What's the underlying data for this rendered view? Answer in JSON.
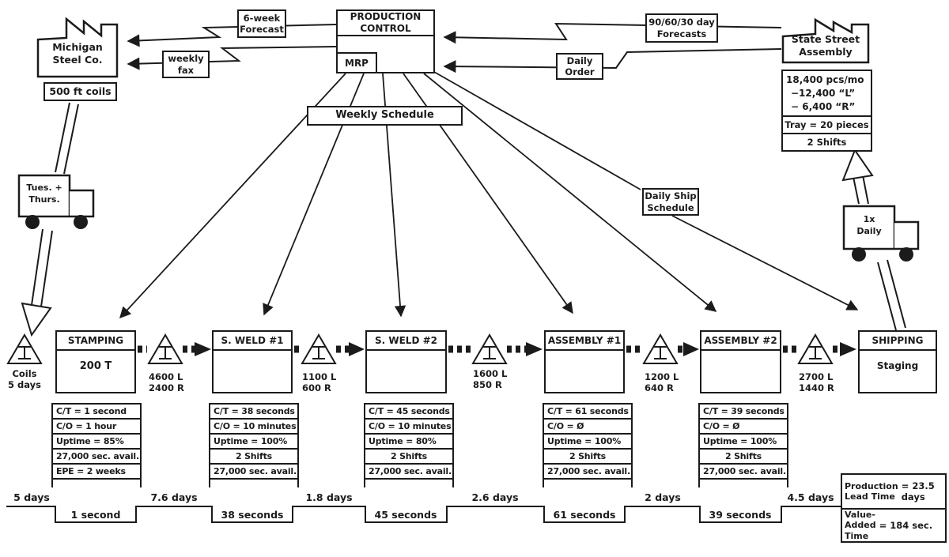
{
  "supplier": {
    "name": "Michigan\nSteel Co.",
    "coils": "500 ft coils"
  },
  "customer": {
    "name": "State Street\nAssembly",
    "demand": [
      "18,400 pcs/mo",
      "−12,400  “L”",
      "− 6,400  “R”"
    ],
    "tray": "Tray = 20 pieces",
    "shifts": "2 Shifts"
  },
  "production_control": {
    "title": "PRODUCTION\nCONTROL",
    "mrp": "MRP"
  },
  "flows": {
    "six_week": "6-week\nForecast",
    "weekly_fax": "weekly\nfax",
    "forecasts": "90/60/30 day\nForecasts",
    "daily_order": "Daily\nOrder",
    "weekly_schedule": "Weekly Schedule",
    "daily_ship": "Daily Ship\nSchedule"
  },
  "transport": {
    "inbound": "Tues. +\nThurs.",
    "outbound": "1x\nDaily"
  },
  "processes": [
    {
      "title": "STAMPING",
      "body": "200 T",
      "data": [
        "C/T = 1 second",
        "C/O =  1 hour",
        "Uptime = 85%",
        "27,000 sec. avail.",
        "EPE = 2 weeks"
      ]
    },
    {
      "title": "S. WELD #1",
      "body": "",
      "data": [
        "C/T = 38 seconds",
        "C/O =  10 minutes",
        "Uptime = 100%",
        "2 Shifts",
        "27,000 sec. avail."
      ]
    },
    {
      "title": "S. WELD #2",
      "body": "",
      "data": [
        "C/T = 45 seconds",
        "C/O =  10 minutes",
        "Uptime = 80%",
        "2 Shifts",
        "27,000 sec. avail."
      ]
    },
    {
      "title": "ASSEMBLY #1",
      "body": "",
      "data": [
        "C/T = 61 seconds",
        "C/O =  Ø",
        "Uptime = 100%",
        "2 Shifts",
        "27,000 sec. avail."
      ]
    },
    {
      "title": "ASSEMBLY #2",
      "body": "",
      "data": [
        "C/T = 39 seconds",
        "C/O =  Ø",
        "Uptime = 100%",
        "2 Shifts",
        "27,000 sec. avail."
      ]
    },
    {
      "title": "SHIPPING",
      "body": "Staging",
      "data": []
    }
  ],
  "inventories": [
    {
      "line1": "Coils",
      "line2": "5 days"
    },
    {
      "line1": "4600 L",
      "line2": "2400 R"
    },
    {
      "line1": "1100 L",
      "line2": "600 R"
    },
    {
      "line1": "1600 L",
      "line2": "850 R"
    },
    {
      "line1": "1200 L",
      "line2": "640 R"
    },
    {
      "line1": "2700 L",
      "line2": "1440 R"
    }
  ],
  "timeline": {
    "wait_times": [
      "5 days",
      "7.6 days",
      "1.8 days",
      "2.6 days",
      "2 days",
      "4.5 days"
    ],
    "process_times": [
      "1 second",
      "38 seconds",
      "45 seconds",
      "61 seconds",
      "39 seconds"
    ]
  },
  "summary": {
    "lead_label": "Production\nLead Time",
    "lead_value": "= 23.5 days",
    "va_label": "Value-\nAdded\nTime",
    "va_value": "= 184 sec."
  },
  "colors": {
    "ink": "#1b1b1b",
    "paper": "#ffffff"
  }
}
